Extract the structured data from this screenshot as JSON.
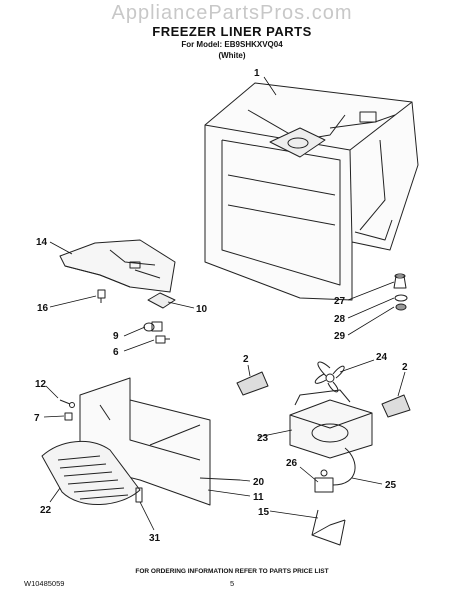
{
  "watermark": "AppliancePartsPros.com",
  "title": "FREEZER LINER PARTS",
  "model": "For Model: EB9SHKXVQ04",
  "color": "(White)",
  "footer_note": "FOR ORDERING INFORMATION REFER TO PARTS PRICE LIST",
  "doc_number": "W10485059",
  "page_number": "5",
  "callouts": {
    "c1": "1",
    "c14": "14",
    "c16": "16",
    "c10": "10",
    "c27": "27",
    "c28": "28",
    "c29": "29",
    "c9": "9",
    "c6": "6",
    "c2a": "2",
    "c24": "24",
    "c2b": "2",
    "c12": "12",
    "c7": "7",
    "c23": "23",
    "c26": "26",
    "c25": "25",
    "c20": "20",
    "c11": "11",
    "c15": "15",
    "c22": "22",
    "c31": "31"
  }
}
